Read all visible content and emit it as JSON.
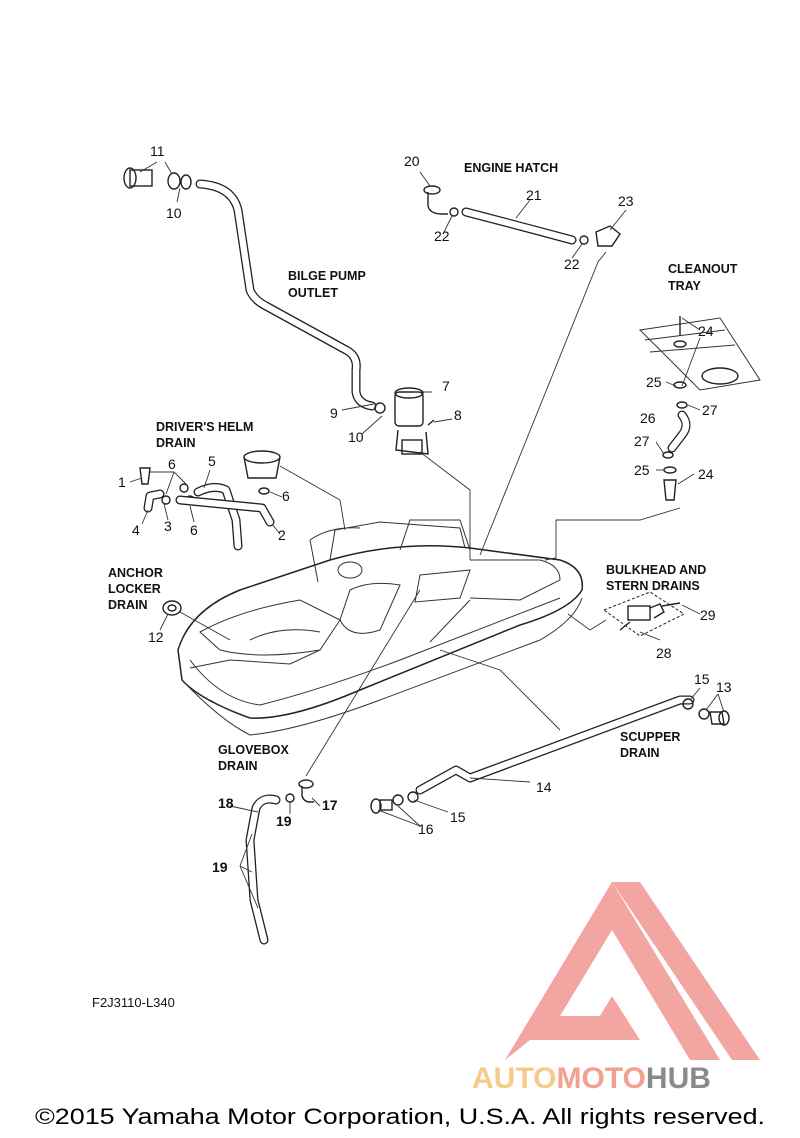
{
  "figure_code": "F2J3110-L340",
  "copyright": "©2015 Yamaha Motor Corporation, U.S.A. All rights reserved.",
  "watermark": {
    "word_a": "AUTO",
    "word_b": "MOTO",
    "word_c": "HUB",
    "colors": {
      "auto": "#f7c98a",
      "moto": "#f2a08f",
      "hub": "#8a8a8a",
      "logo": "#f09590"
    }
  },
  "section_labels": {
    "bilge_pump_outlet": [
      "BILGE PUMP",
      "OUTLET"
    ],
    "engine_hatch": [
      "ENGINE HATCH"
    ],
    "cleanout_tray": [
      "CLEANOUT",
      "TRAY"
    ],
    "drivers_helm_drain": [
      "DRIVER'S HELM",
      "DRAIN"
    ],
    "anchor_locker_drain": [
      "ANCHOR",
      "LOCKER",
      "DRAIN"
    ],
    "bulkhead_stern_drains": [
      "BULKHEAD AND",
      "STERN DRAINS"
    ],
    "scupper_drain": [
      "SCUPPER",
      "DRAIN"
    ],
    "glovebox_drain": [
      "GLOVEBOX",
      "DRAIN"
    ]
  },
  "callouts": {
    "c1": "1",
    "c2": "2",
    "c3": "3",
    "c4": "4",
    "c5": "5",
    "c6a": "6",
    "c6b": "6",
    "c6c": "6",
    "c7": "7",
    "c8": "8",
    "c9": "9",
    "c10a": "10",
    "c10b": "10",
    "c11": "11",
    "c12": "12",
    "c13": "13",
    "c14": "14",
    "c15a": "15",
    "c15b": "15",
    "c16": "16",
    "c17": "17",
    "c18": "18",
    "c19a": "19",
    "c19b": "19",
    "c20": "20",
    "c21": "21",
    "c22a": "22",
    "c22b": "22",
    "c23": "23",
    "c24a": "24",
    "c24b": "24",
    "c25a": "25",
    "c25b": "25",
    "c26": "26",
    "c27a": "27",
    "c27b": "27",
    "c28": "28",
    "c29": "29"
  }
}
